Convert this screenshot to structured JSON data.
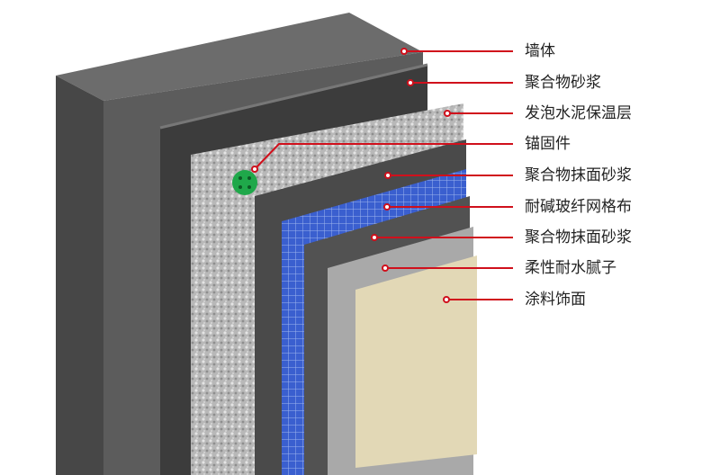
{
  "labels": [
    "墙体",
    "聚合物砂浆",
    "发泡水泥保温层",
    "锚固件",
    "聚合物抹面砂浆",
    "耐碱玻纤网格布",
    "聚合物抹面砂浆",
    "柔性耐水腻子",
    "涂料饰面"
  ],
  "colors": {
    "leader": "#d0101c",
    "mesh": "#3a5fcf",
    "anchor": "#1fa84a",
    "finish": "#e2d8b6"
  }
}
